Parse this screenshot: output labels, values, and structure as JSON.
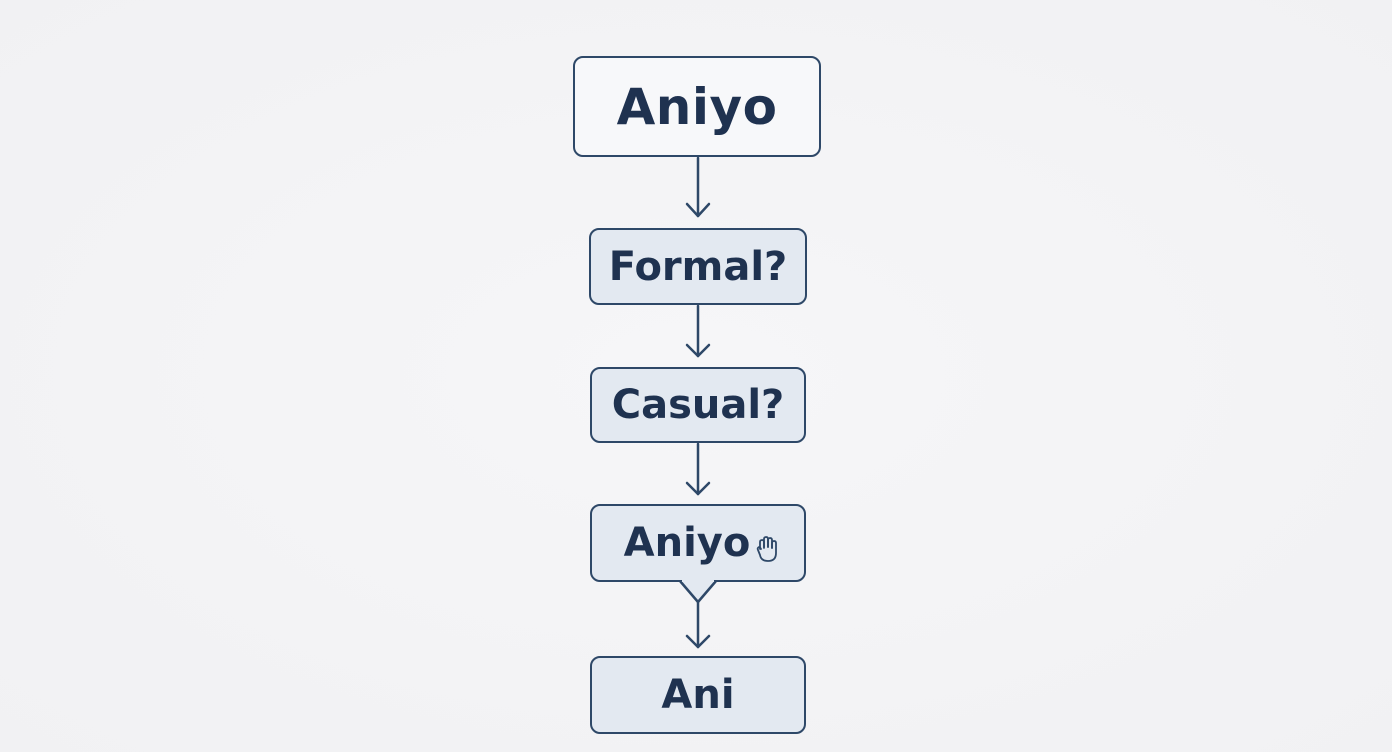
{
  "diagram": {
    "nodes": [
      {
        "id": "n1",
        "label": "Aniyo"
      },
      {
        "id": "n2",
        "label": "Formal?"
      },
      {
        "id": "n3",
        "label": "Casual?"
      },
      {
        "id": "n4",
        "label": "Aniyo",
        "icon": "hand-icon"
      },
      {
        "id": "n5",
        "label": "Ani"
      }
    ],
    "edges": [
      {
        "from": "n1",
        "to": "n2"
      },
      {
        "from": "n2",
        "to": "n3"
      },
      {
        "from": "n3",
        "to": "n4"
      },
      {
        "from": "n4",
        "to": "n5"
      }
    ],
    "colors": {
      "stroke": "#2e4868",
      "text": "#1f3250",
      "node_fill": "#e3e9f1",
      "top_node_fill": "#f7f8fa",
      "background": "#f3f3f5"
    }
  }
}
